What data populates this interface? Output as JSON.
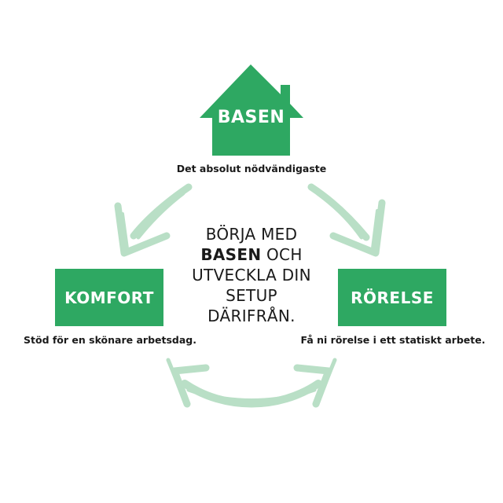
{
  "colors": {
    "node_green": "#2ea862",
    "arrow_green": "#b9dfc6",
    "text_dark": "#1a1a1a"
  },
  "nodes": {
    "basen": {
      "label": "BASEN",
      "caption": "Det absolut nödvändigaste",
      "shape": "house-icon"
    },
    "komfort": {
      "label": "KOMFORT",
      "caption": "Stöd för en skönare arbetsdag."
    },
    "rorelse": {
      "label": "RÖRELSE",
      "caption": "Få ni rörelse i ett statiskt arbete."
    }
  },
  "center": {
    "line1": "BÖRJA MED",
    "line2_bold": "BASEN",
    "line2_rest": " OCH",
    "line3": "UTVECKLA DIN",
    "line4": "SETUP",
    "line5": "DÄRIFRÅN."
  }
}
